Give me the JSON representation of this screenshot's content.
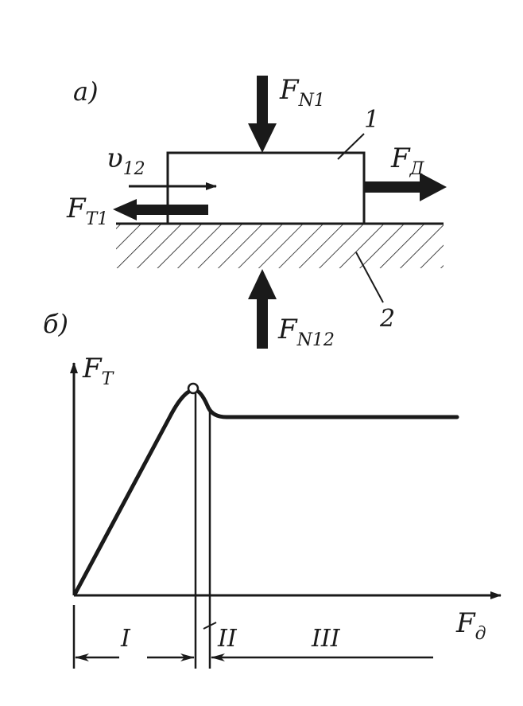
{
  "diagram_a": {
    "panel_label": "а)",
    "force_normal_top": {
      "main": "F",
      "sub": "N1"
    },
    "velocity": {
      "main": "υ",
      "sub": "12"
    },
    "friction_force": {
      "main": "F",
      "sub": "T1"
    },
    "driving_force": {
      "main": "F",
      "sub": "Д"
    },
    "force_normal_bottom": {
      "main": "F",
      "sub": "N12"
    },
    "body_number": "1",
    "surface_number": "2"
  },
  "diagram_b": {
    "panel_label": "б)",
    "y_axis": {
      "main": "F",
      "sub": "T"
    },
    "x_axis": {
      "main": "F",
      "sub": "д"
    },
    "regions": [
      "I",
      "II",
      "III"
    ]
  },
  "colors": {
    "ink": "#1a1a1a",
    "paper": "#ffffff"
  }
}
